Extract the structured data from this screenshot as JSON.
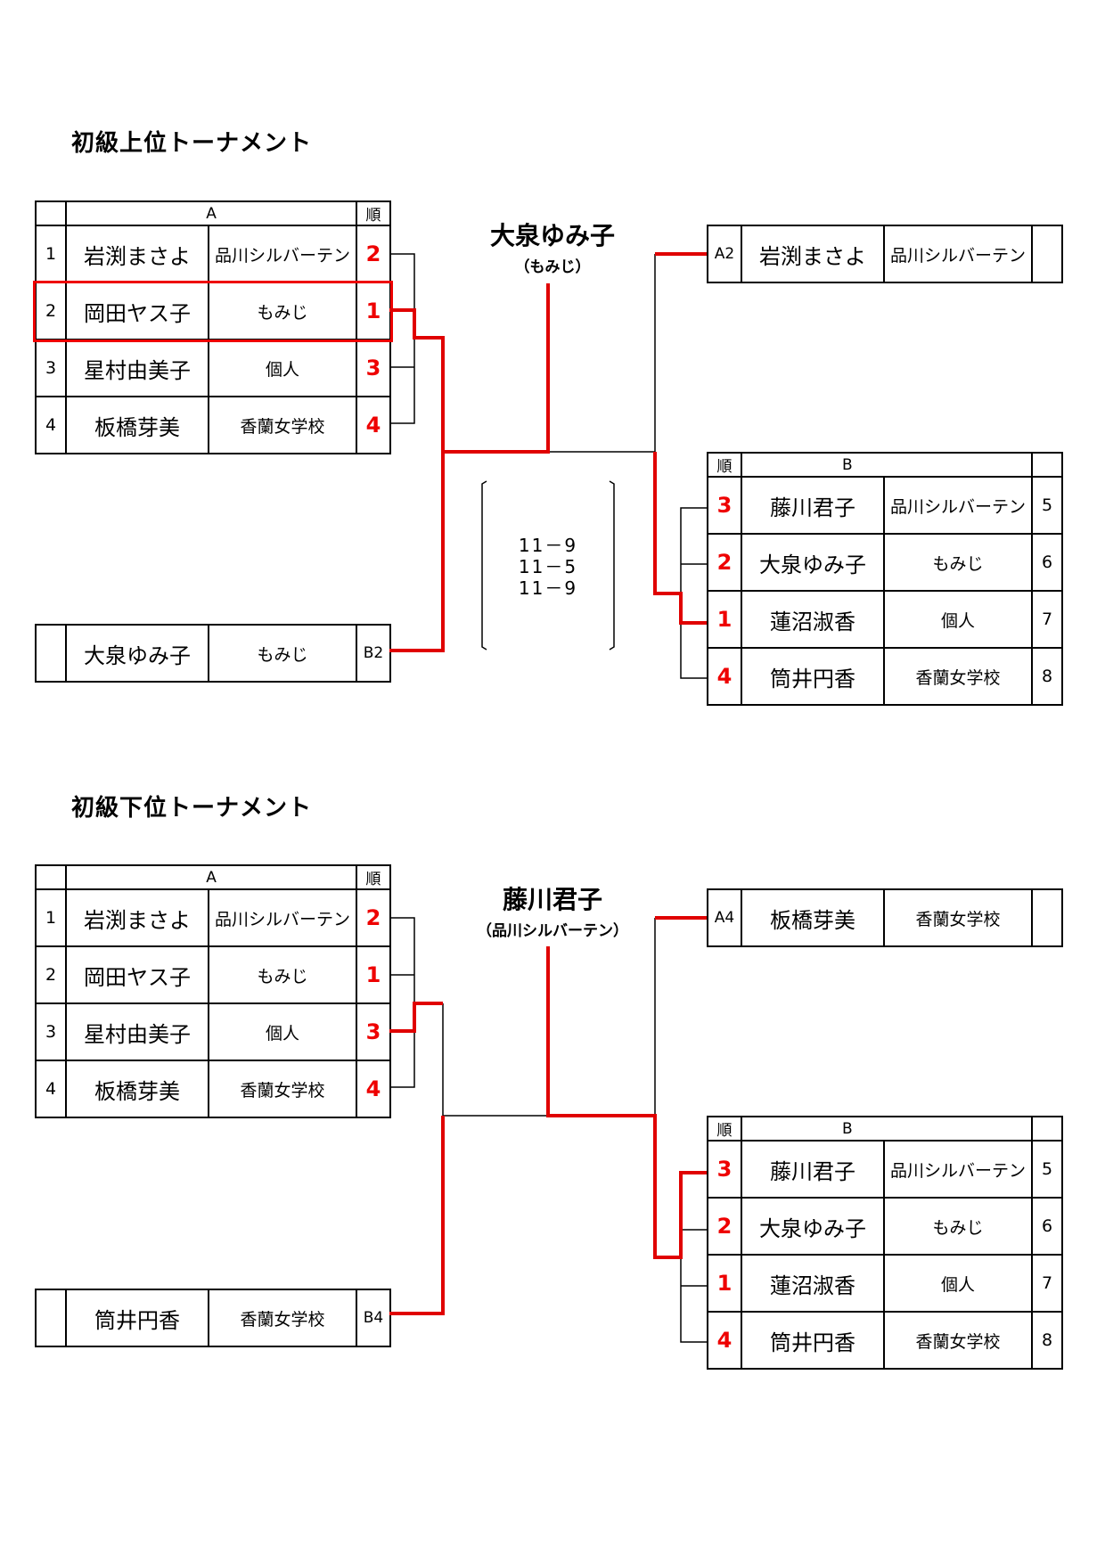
{
  "upper": {
    "title": "初級上位トーナメント",
    "groupA": {
      "label": "A",
      "rank_header": "順",
      "rows": [
        {
          "no": "1",
          "name": "岩渕まさよ",
          "team": "品川シルバーテン",
          "rank": "2"
        },
        {
          "no": "2",
          "name": "岡田ヤス子",
          "team": "もみじ",
          "rank": "1"
        },
        {
          "no": "3",
          "name": "星村由美子",
          "team": "個人",
          "rank": "3"
        },
        {
          "no": "4",
          "name": "板橋芽美",
          "team": "香蘭女学校",
          "rank": "4"
        }
      ]
    },
    "left_slot": {
      "name": "大泉ゆみ子",
      "team": "もみじ",
      "code": "B2"
    },
    "winner": {
      "name": "大泉ゆみ子",
      "team": "（もみじ）"
    },
    "scores": [
      "11－9",
      "11－5",
      "11－9"
    ],
    "right_slot": {
      "code": "A2",
      "name": "岩渕まさよ",
      "team": "品川シルバーテン"
    },
    "groupB": {
      "label": "B",
      "rank_header": "順",
      "rows": [
        {
          "rank": "3",
          "name": "藤川君子",
          "team": "品川シルバーテン",
          "no": "5"
        },
        {
          "rank": "2",
          "name": "大泉ゆみ子",
          "team": "もみじ",
          "no": "6"
        },
        {
          "rank": "1",
          "name": "蓮沼淑香",
          "team": "個人",
          "no": "7"
        },
        {
          "rank": "4",
          "name": "筒井円香",
          "team": "香蘭女学校",
          "no": "8"
        }
      ]
    }
  },
  "lower": {
    "title": "初級下位トーナメント",
    "groupA": {
      "label": "A",
      "rank_header": "順",
      "rows": [
        {
          "no": "1",
          "name": "岩渕まさよ",
          "team": "品川シルバーテン",
          "rank": "2"
        },
        {
          "no": "2",
          "name": "岡田ヤス子",
          "team": "もみじ",
          "rank": "1"
        },
        {
          "no": "3",
          "name": "星村由美子",
          "team": "個人",
          "rank": "3"
        },
        {
          "no": "4",
          "name": "板橋芽美",
          "team": "香蘭女学校",
          "rank": "4"
        }
      ]
    },
    "left_slot": {
      "name": "筒井円香",
      "team": "香蘭女学校",
      "code": "B4"
    },
    "winner": {
      "name": "藤川君子",
      "team": "（品川シルバーテン）"
    },
    "right_slot": {
      "code": "A4",
      "name": "板橋芽美",
      "team": "香蘭女学校"
    },
    "groupB": {
      "label": "B",
      "rank_header": "順",
      "rows": [
        {
          "rank": "3",
          "name": "藤川君子",
          "team": "品川シルバーテン",
          "no": "5"
        },
        {
          "rank": "2",
          "name": "大泉ゆみ子",
          "team": "もみじ",
          "no": "6"
        },
        {
          "rank": "1",
          "name": "蓮沼淑香",
          "team": "個人",
          "no": "7"
        },
        {
          "rank": "4",
          "name": "筒井円香",
          "team": "香蘭女学校",
          "no": "8"
        }
      ]
    }
  },
  "colors": {
    "accent": "#e00000",
    "line": "#000000"
  }
}
